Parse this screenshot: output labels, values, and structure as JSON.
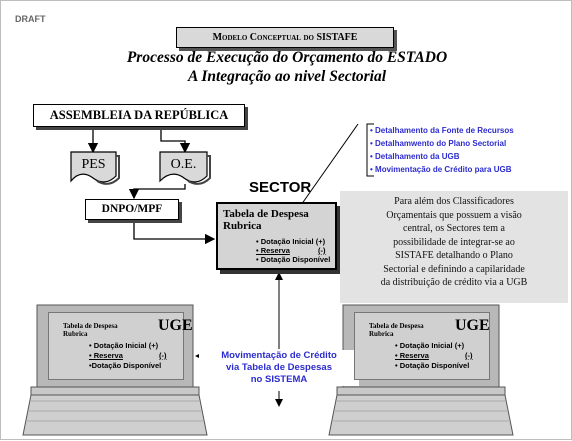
{
  "draft_label": "DRAFT",
  "header": "Modelo Conceptual do SISTAFE",
  "title_line1": "Processo de Execução do Orçamento do ESTADO",
  "title_line2": "A Integração ao nivel Sectorial",
  "assembleia": "ASSEMBLEIA DA REPÚBLICA",
  "doc_pes": "PES",
  "doc_oe": "O.E.",
  "dnpo": "DNPO/MPF",
  "sector_label": "SECTOR",
  "sector_table": {
    "title_line1": "Tabela de Despesa",
    "title_line2": "Rubrica",
    "items": [
      "• Dotação Inicial (+)",
      "• Reserva",
      "(-)",
      "• Dotação Disponível"
    ]
  },
  "details": [
    "• Detalhamento da Fonte de Recursos",
    "• Detalhamwento do Plano Sectorial",
    "• Detalhamento da UGB",
    "• Movimentação de Crédito para UGB"
  ],
  "note_lines": [
    "Para além dos Classificadores",
    "Orçamentais que possuem a visão",
    "central, os Sectores tem a",
    "possibilidade de integrar-se ao",
    "SISTAFE detalhando o Plano",
    "Sectorial e definindo a capilaridade",
    "da distribuição de crédito via a UGB"
  ],
  "movement_lines": [
    "Movimentação de Crédito",
    "via Tabela de Despesas",
    "no SISTEMA"
  ],
  "uge": {
    "label": "UGE",
    "table_line1": "Tabela de Despesa",
    "table_line2": "Rubrica",
    "item1": "• Dotação Inicial (+)",
    "item2": "• Reserva",
    "item2_sign": "(-)",
    "item3": "•Dotação Disponível",
    "item3_right": "• Dotação Disponível"
  }
}
